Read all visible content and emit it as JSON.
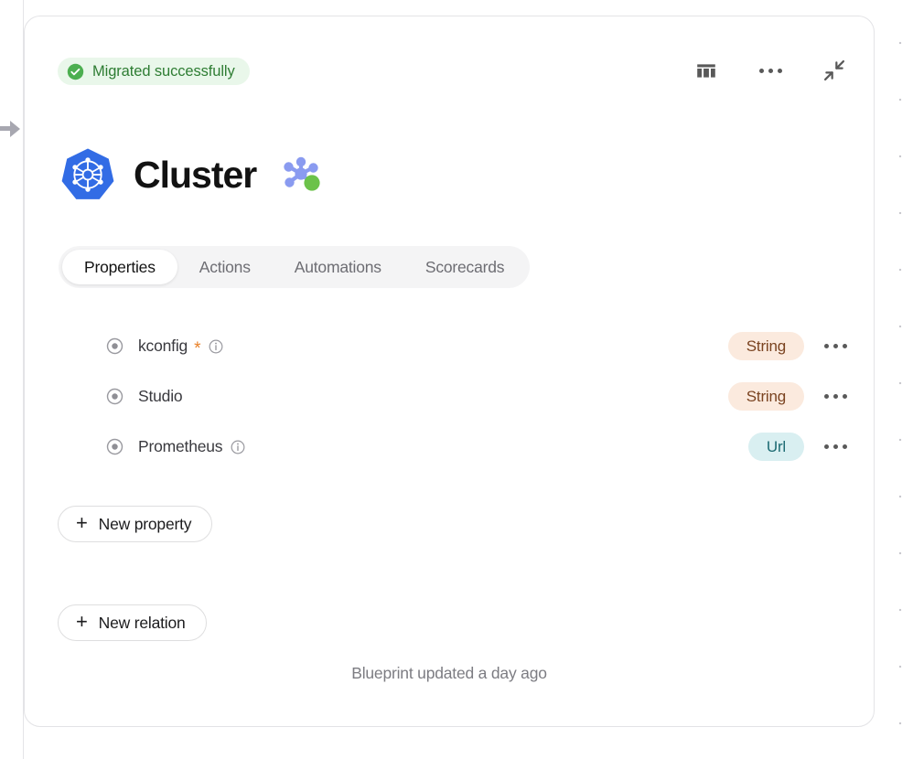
{
  "status": {
    "label": "Migrated successfully",
    "icon": "check-circle-icon",
    "bg_color": "#e9f7ea",
    "text_color": "#2e7d33",
    "accent_color": "#4caf50"
  },
  "top_actions": [
    {
      "name": "table-view-icon",
      "tooltip": "Table view"
    },
    {
      "name": "more-options-icon",
      "tooltip": "More options"
    },
    {
      "name": "collapse-icon",
      "tooltip": "Collapse"
    }
  ],
  "header": {
    "title": "Cluster",
    "logo_icon": "kubernetes-icon",
    "logo_color": "#326ce5",
    "graph_icon": "node-graph-icon",
    "graph_color": "#8a9bf0",
    "graph_accent_color": "#6cc24a"
  },
  "tabs": [
    {
      "label": "Properties",
      "active": true
    },
    {
      "label": "Actions",
      "active": false
    },
    {
      "label": "Automations",
      "active": false
    },
    {
      "label": "Scorecards",
      "active": false
    }
  ],
  "properties": [
    {
      "name": "kconfig",
      "required": true,
      "required_marker": "*",
      "has_info": true,
      "type": "String",
      "type_style": "string"
    },
    {
      "name": "Studio",
      "required": false,
      "required_marker": "",
      "has_info": false,
      "type": "String",
      "type_style": "string"
    },
    {
      "name": "Prometheus",
      "required": false,
      "required_marker": "",
      "has_info": true,
      "type": "Url",
      "type_style": "url"
    }
  ],
  "buttons": {
    "new_property": "New property",
    "new_relation": "New relation",
    "plus": "+"
  },
  "footer": {
    "note": "Blueprint updated a day ago"
  },
  "colors": {
    "string_badge_bg": "#fbeade",
    "string_badge_text": "#7a4320",
    "url_badge_bg": "#d9eff1",
    "url_badge_text": "#1d6b73",
    "required_asterisk": "#e98128",
    "card_border": "#e3e3e6",
    "canvas_dot": "#c9c9cf"
  }
}
